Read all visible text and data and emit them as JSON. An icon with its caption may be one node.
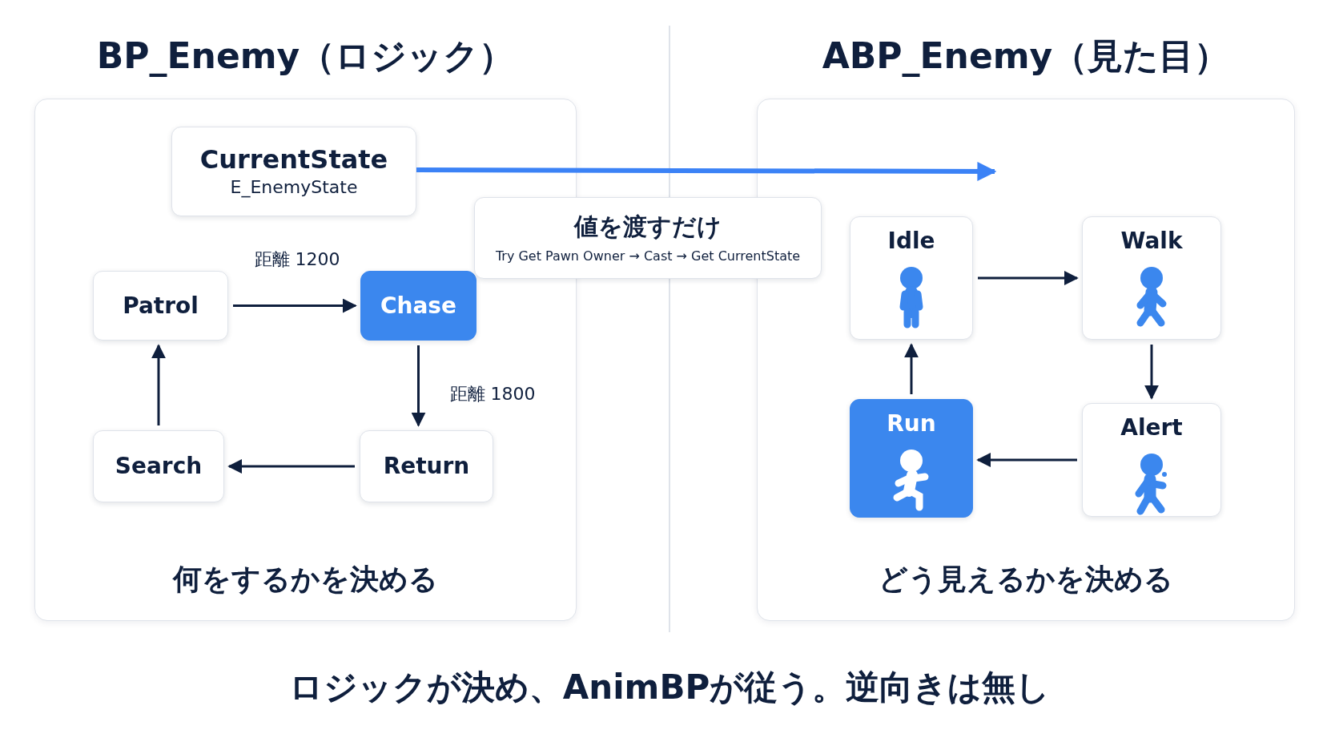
{
  "diagram": {
    "nodes": [
      {
        "text": [
          "BP_Enemy（ロジック）",
          "何をするかを決める"
        ]
      },
      {
        "text": [
          "CurrentState",
          "E_EnemyState"
        ],
        "in": 0
      },
      {
        "text": [
          "Patrol"
        ],
        "in": 0
      },
      {
        "text": [
          "Chase"
        ],
        "in": 0
      },
      {
        "text": [
          "Search"
        ],
        "in": 0
      },
      {
        "text": [
          "Return"
        ],
        "in": 0
      },
      {
        "text": [
          "値を渡すだけ",
          "Try Get Pawn Owner → Cast → Get CurrentState"
        ]
      },
      {
        "text": [
          "ABP_Enemy（見た目）",
          "どう見えるかを決める"
        ]
      },
      {
        "text": [
          "Idle"
        ],
        "in": 7
      },
      {
        "text": [
          "Walk"
        ],
        "in": 7
      },
      {
        "text": [
          "Run"
        ],
        "in": 7
      },
      {
        "text": [
          "Alert"
        ],
        "in": 7
      }
    ],
    "edges": [
      {
        "from": 1,
        "to": 7,
        "arrow": "to",
        "style": "thick",
        "color": "#3b82f6"
      },
      {
        "from": 2,
        "to": 3,
        "arrow": "to",
        "label": "距離 1200"
      },
      {
        "from": 3,
        "to": 5,
        "arrow": "to",
        "label": "距離 1800"
      },
      {
        "from": 5,
        "to": 4,
        "arrow": "to"
      },
      {
        "from": 4,
        "to": 2,
        "arrow": "to"
      },
      {
        "from": 8,
        "to": 9,
        "arrow": "to"
      },
      {
        "from": 9,
        "to": 11,
        "arrow": "to"
      },
      {
        "from": 11,
        "to": 10,
        "arrow": "to"
      },
      {
        "from": 10,
        "to": 8,
        "arrow": "to"
      }
    ],
    "labels": [
      "ロジックが決め、AnimBPが従う。逆向きは無し"
    ]
  }
}
